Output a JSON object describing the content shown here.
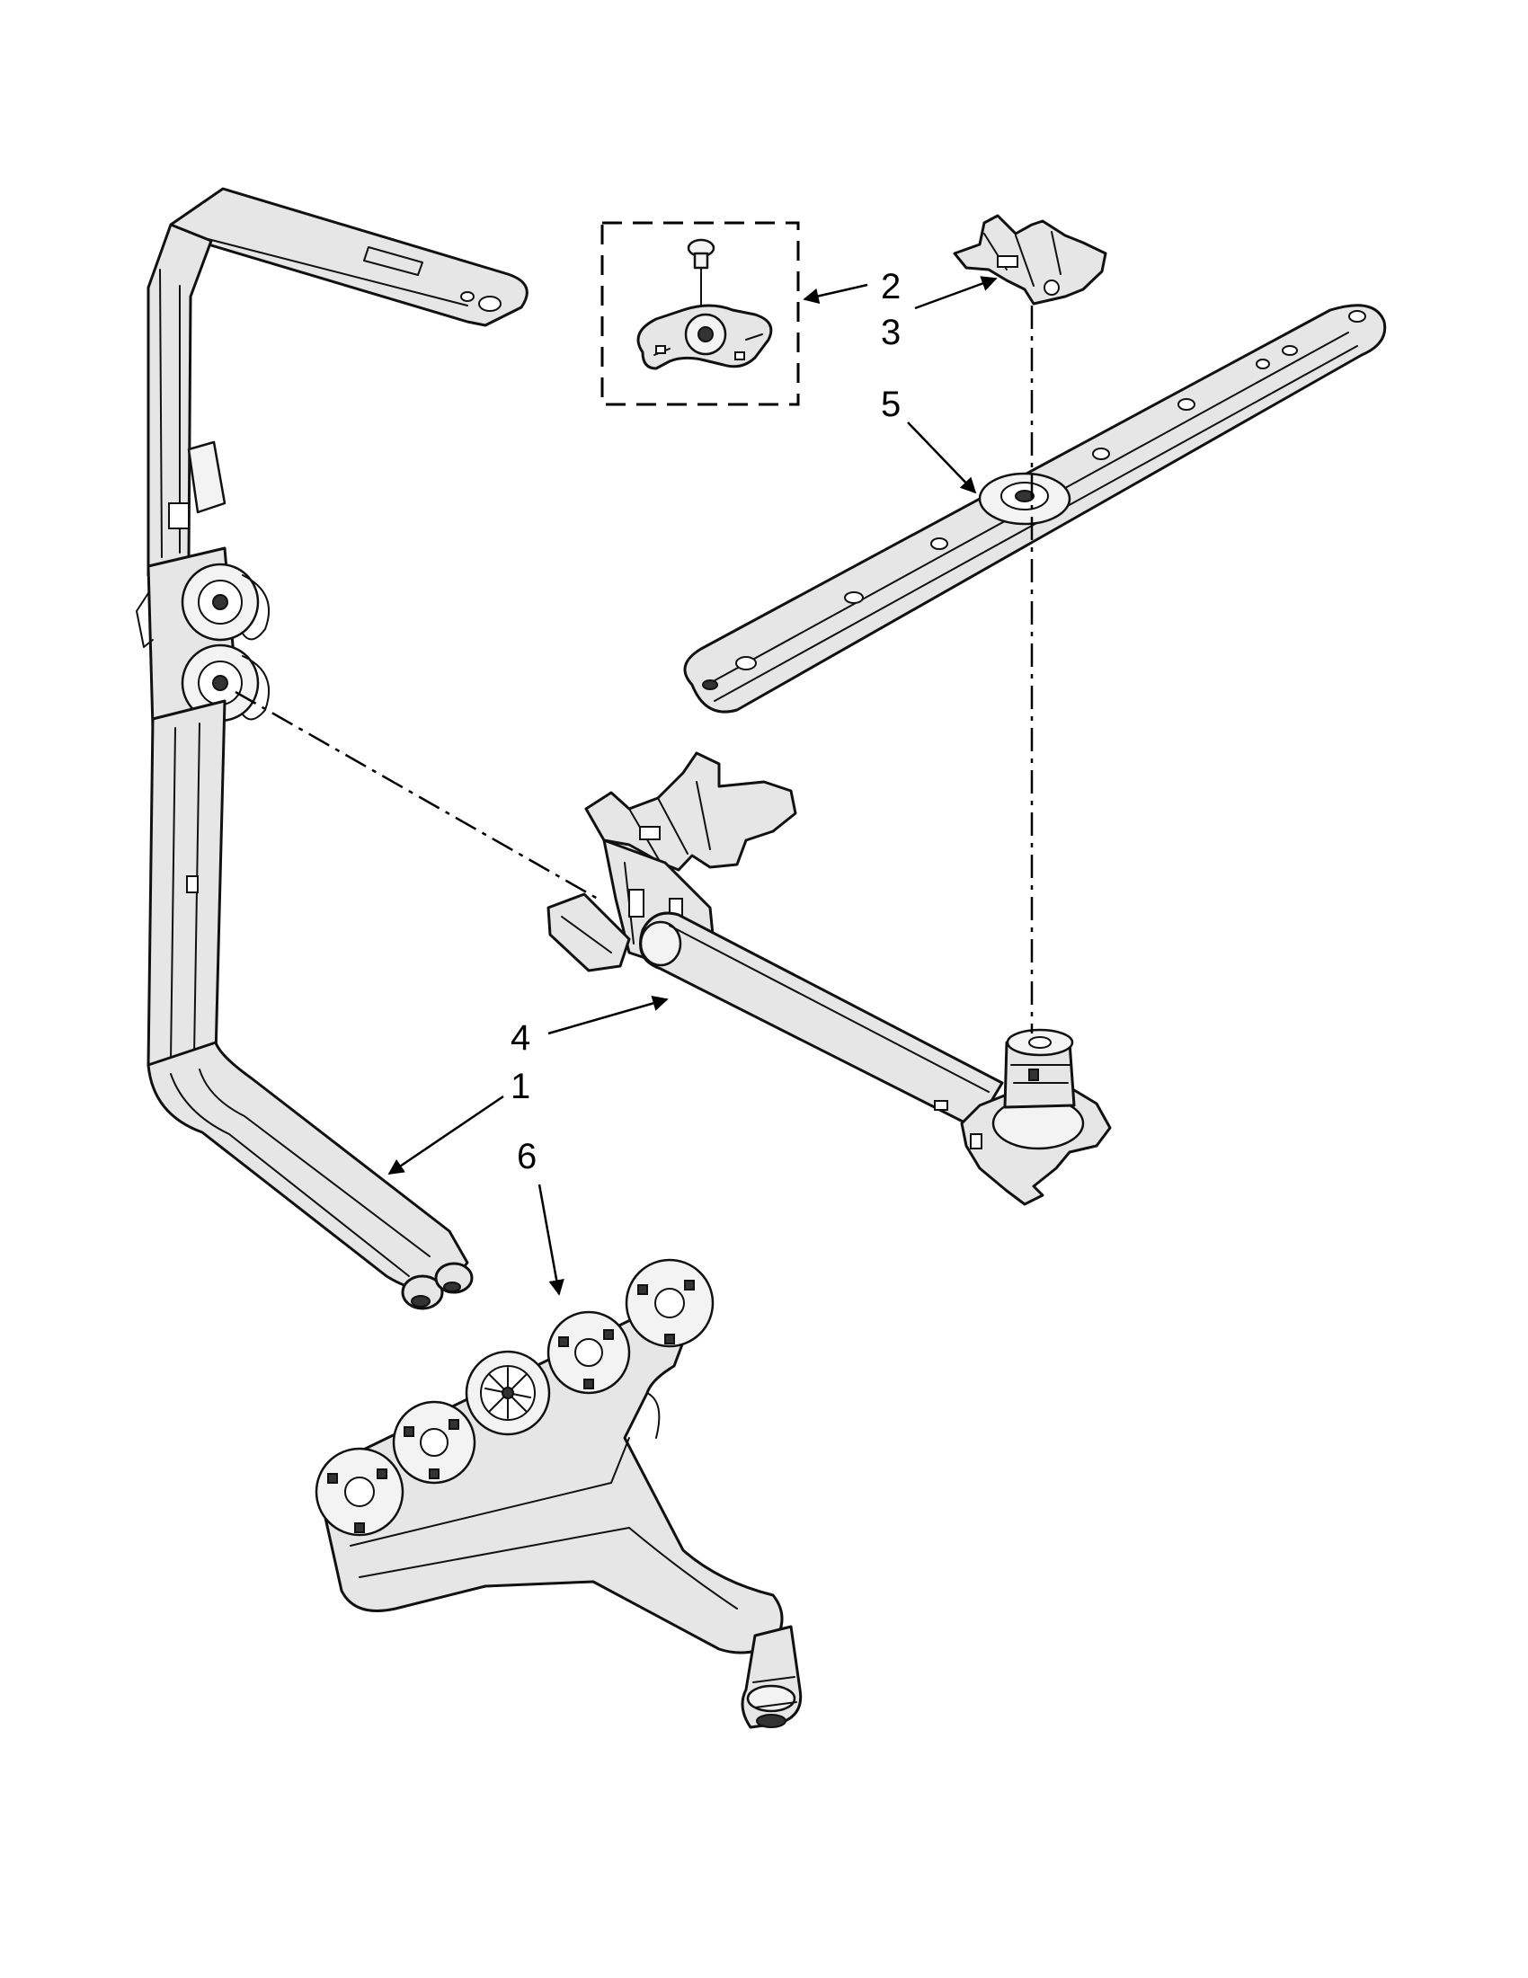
{
  "callouts": [
    {
      "id": "1",
      "label": "1"
    },
    {
      "id": "2",
      "label": "2"
    },
    {
      "id": "3",
      "label": "3"
    },
    {
      "id": "4",
      "label": "4"
    },
    {
      "id": "5",
      "label": "5"
    },
    {
      "id": "6",
      "label": "6"
    }
  ],
  "colors": {
    "line": "#111111",
    "part_fill": "#e6e6e6",
    "background": "#ffffff"
  }
}
